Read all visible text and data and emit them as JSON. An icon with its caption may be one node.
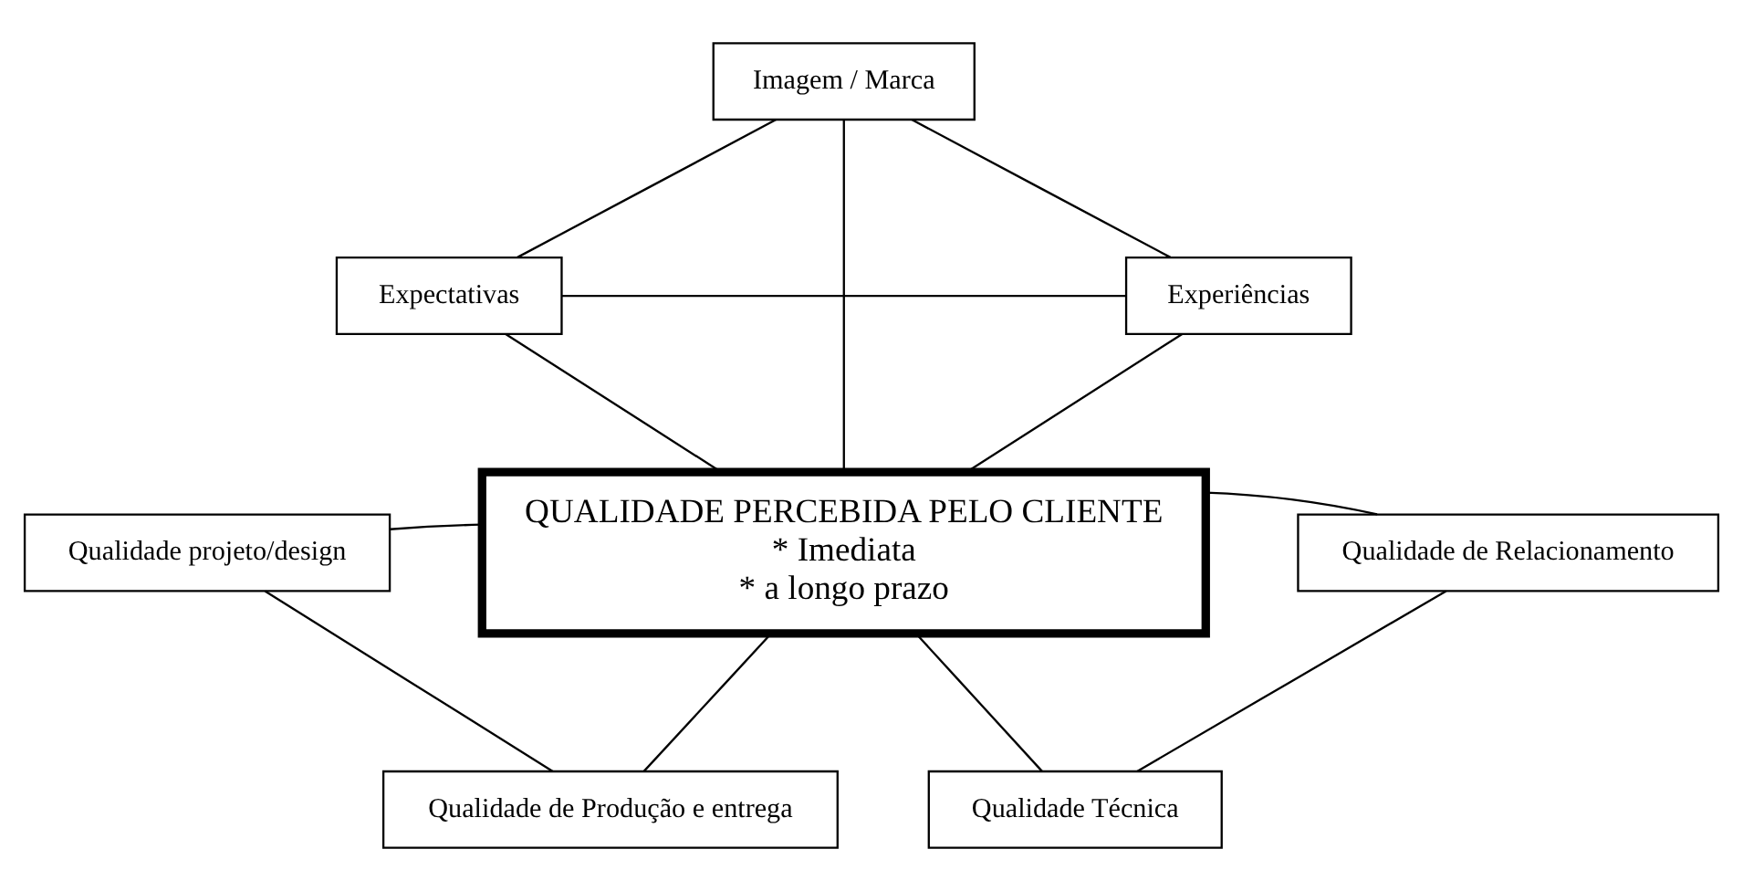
{
  "diagram": {
    "nodes": [
      {
        "text": [
          "Imagem / Marca"
        ]
      },
      {
        "text": [
          "Expectativas"
        ]
      },
      {
        "text": [
          "Experiências"
        ]
      },
      {
        "text": [
          "QUALIDADE PERCEBIDA PELO CLIENTE",
          "* Imediata",
          "* a longo prazo"
        ]
      },
      {
        "text": [
          "Qualidade projeto/design"
        ]
      },
      {
        "text": [
          "Qualidade de Produção e entrega"
        ]
      },
      {
        "text": [
          "Qualidade de Relacionamento"
        ]
      },
      {
        "text": [
          "Qualidade Técnica"
        ]
      }
    ],
    "edges": [
      {
        "from": 0,
        "to": 1,
        "arrow": "none"
      },
      {
        "from": 0,
        "to": 2,
        "arrow": "none"
      },
      {
        "from": 0,
        "to": 3,
        "arrow": "none"
      },
      {
        "from": 1,
        "to": 2,
        "arrow": "none"
      },
      {
        "from": 1,
        "to": 3,
        "arrow": "none"
      },
      {
        "from": 2,
        "to": 3,
        "arrow": "none"
      },
      {
        "from": 4,
        "to": 3,
        "arrow": "none"
      },
      {
        "from": 5,
        "to": 3,
        "arrow": "none"
      },
      {
        "from": 6,
        "to": 3,
        "arrow": "none"
      },
      {
        "from": 7,
        "to": 3,
        "arrow": "none"
      },
      {
        "from": 4,
        "to": 5,
        "arrow": "none"
      },
      {
        "from": 6,
        "to": 7,
        "arrow": "none"
      }
    ]
  }
}
